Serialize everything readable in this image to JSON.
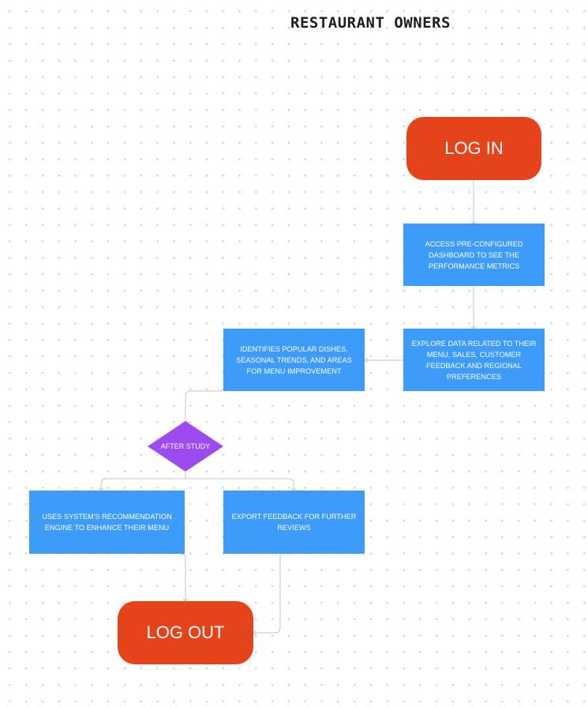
{
  "title": "RESTAURANT OWNERS",
  "nodes": {
    "login": "LOG IN",
    "access_dashboard": "ACCESS PRE-CONFIGURED DASHBOARD TO SEE THE PERFORMANCE METRICS",
    "explore_data": "EXPLORE DATA RELATED TO THEIR MENU, SALES, CUSTOMER FEEDBACK AND REGIONAL PREFERENCES",
    "identify_popular": "IDENTIFIES POPULAR DISHES, SEASONAL TRENDS, AND AREAS FOR MENU IMPROVEMENT",
    "after_study": "AFTER STUDY",
    "recommendation": "USES SYSTEM'S RECOMMENDATION ENGINE TO ENHANCE THEIR MENU",
    "export_feedback": "EXPORT FEEDBACK FOR FURTHER REVIEWS",
    "logout": "LOG OUT"
  },
  "colors": {
    "terminal": "#e5441b",
    "process": "#3d9bfa",
    "decision": "#9b4bf0",
    "connector": "#c4c4c4"
  }
}
